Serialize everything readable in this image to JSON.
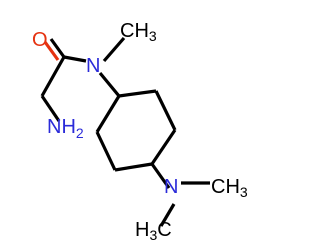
{
  "molecule": {
    "colors": {
      "carbon_bond": "#000000",
      "nitrogen": "#2b2bd9",
      "oxygen": "#e53210"
    },
    "labels": {
      "oxygen": "O",
      "amide_nitrogen": "N",
      "amine_nitrogen": "N",
      "amine_hydrogen_text": "NH",
      "amine_hydrogen_subscript": "2",
      "dimethylamino_nitrogen": "N",
      "methyl_text": "CH",
      "methyl_subscript": "3",
      "methyl_left_text": "H",
      "methyl_left_subscript": "3",
      "methyl_left_suffix": "C"
    }
  }
}
